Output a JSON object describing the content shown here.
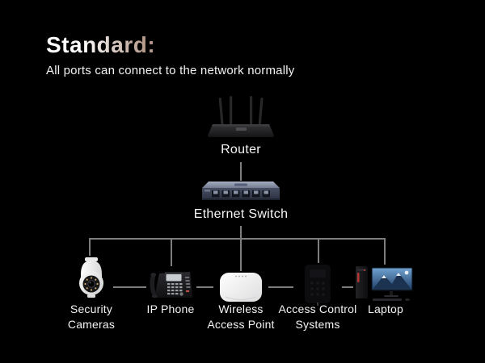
{
  "title": "Standard:",
  "subtitle": "All ports can connect to the network normally",
  "colors": {
    "background": "#000000",
    "title_gradient_start": "#ffffff",
    "title_gradient_end": "#b39889",
    "connector_line": "#7d7d7d",
    "label_text": "#f3f3f3",
    "switch_chassis": "#767e94",
    "camera_body": "#f6f6f6",
    "wap_body": "#f2f2f4"
  },
  "diagram": {
    "router": {
      "label": "Router",
      "icon": "router-icon"
    },
    "switch": {
      "label": "Ethernet Switch",
      "icon": "ethernet-switch-icon"
    },
    "devices": [
      {
        "label": "Security Cameras",
        "icon": "security-camera-icon"
      },
      {
        "label": "IP Phone",
        "icon": "ip-phone-icon"
      },
      {
        "label": "Wireless Access Point",
        "icon": "wireless-access-point-icon"
      },
      {
        "label": "Access Control Systems",
        "icon": "access-control-icon"
      },
      {
        "label": "Laptop",
        "icon": "desktop-computer-icon"
      }
    ]
  }
}
